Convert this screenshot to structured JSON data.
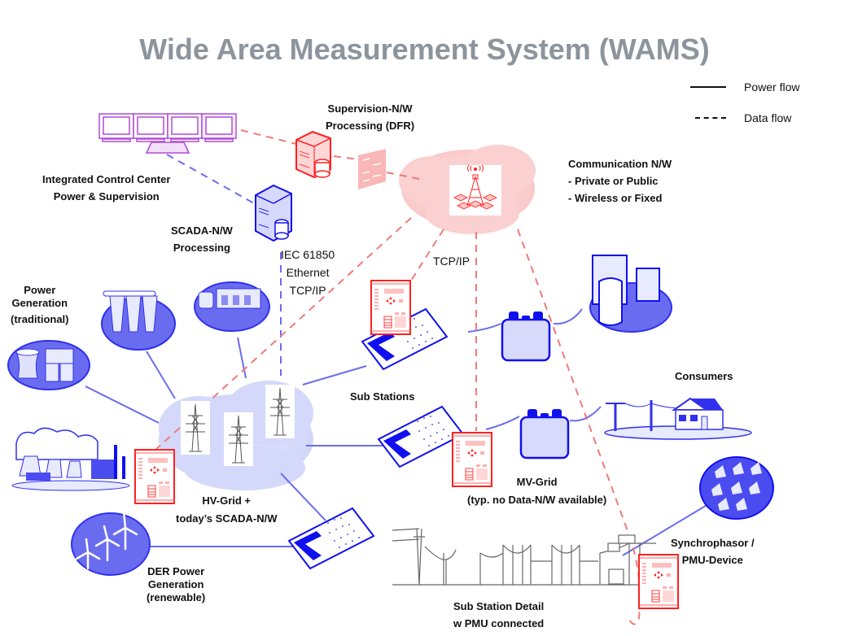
{
  "title": "Wide Area Measurement System (WAMS)",
  "legend": {
    "items": [
      {
        "label": "Power flow",
        "style": "solid"
      },
      {
        "label": "Data flow",
        "style": "dashed"
      }
    ]
  },
  "colors": {
    "title": "#8c949c",
    "power_line": "#6a6cf0",
    "data_red": "#f07a7a",
    "data_blue": "#6a6cf0",
    "device_red": "#ff2020",
    "device_blue": "#1010ee",
    "cloud_red": "#fbd3d3",
    "cloud_blue": "#d4d8fa",
    "monitor_purple": "#b04ad8"
  },
  "labels": {
    "supervision": [
      "Supervision-N/W",
      "Processing (DFR)"
    ],
    "control_center": [
      "Integrated Control Center",
      "Power & Supervision"
    ],
    "scada": [
      "SCADA-N/W",
      "Processing"
    ],
    "protocol": [
      "IEC 61850",
      "Ethernet",
      "TCP/IP"
    ],
    "tcpip": "TCP/IP",
    "comm_nw": [
      "Communication N/W",
      "- Private or Public",
      "- Wireless or Fixed"
    ],
    "power_gen": [
      "Power",
      "Generation",
      "(traditional)"
    ],
    "sub_stations": "Sub Stations",
    "consumers": "Consumers",
    "hv_grid": [
      "HV-Grid  +",
      "today’s SCADA-N/W"
    ],
    "mv_grid": [
      "MV-Grid",
      "(typ. no Data-N/W available)"
    ],
    "der": [
      "DER Power",
      "Generation",
      "(renewable)"
    ],
    "synchrophasor": [
      "Synchrophasor /",
      "PMU-Device"
    ],
    "sub_detail": [
      "Sub Station Detail",
      "w PMU connected"
    ]
  }
}
